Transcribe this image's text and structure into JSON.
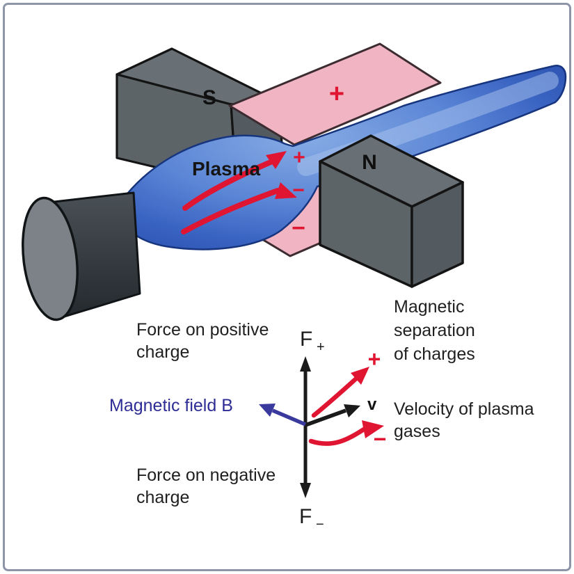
{
  "figure": {
    "description": "Magnetohydrodynamic separation of charges in a plasma jet passing between magnet poles",
    "labels": {
      "plasma": "Plasma",
      "magnet_south": "S",
      "magnet_north": "N",
      "plate_top_sign": "+",
      "plasma_plus": "+",
      "plasma_minus": "−",
      "plate_bottom_sign": "−",
      "magnetic_field_b": "Magnetic field B",
      "v_label": "v",
      "diagram_plus": "+",
      "diagram_minus": "−",
      "f_plus": {
        "base": "F",
        "sub": "+"
      },
      "f_minus": {
        "base": "F",
        "sub": "−"
      }
    },
    "captions": {
      "force_positive": [
        "Force on positive",
        "charge"
      ],
      "force_negative": [
        "Force on negative",
        "charge"
      ],
      "magnetic_separation": [
        "Magnetic",
        "separation",
        "of charges"
      ],
      "velocity": [
        "Velocity of plasma",
        "gases"
      ]
    },
    "colors": {
      "plasma_blue": "#4a74cc",
      "plasma_blue_light": "#a9c4ee",
      "plasma_outline": "#17357e",
      "plate_pink": "#f0b4c2",
      "plate_outline": "#3c2b31",
      "magnet_top": "#687076",
      "magnet_front": "#5d6468",
      "magnet_side": "#545b60",
      "magnet_outline": "#141414",
      "arrow_red": "#e01532",
      "field_blue_arrow": "#3a3a9e",
      "field_blue_text": "#2d2d95",
      "text_black": "#1f1f1f",
      "border_gray": "#8f95a9",
      "cone_face": "#7c8287",
      "cone_body": "#2a3135"
    }
  }
}
